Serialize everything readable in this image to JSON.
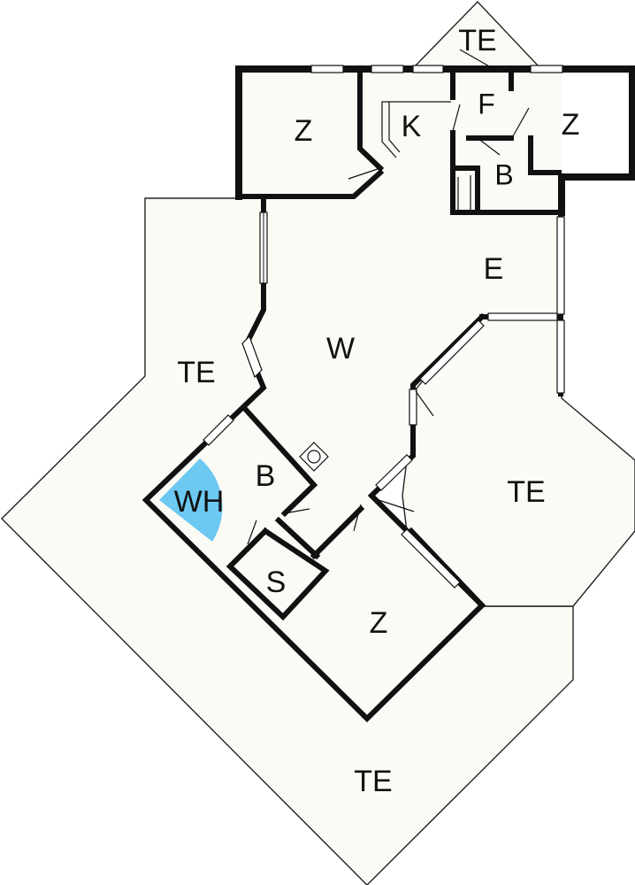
{
  "rooms": {
    "terrace_top": "TE",
    "bedroom_top_left": "Z",
    "kitchen": "K",
    "hallway_f": "F",
    "bedroom_top_right": "Z",
    "bathroom_top": "B",
    "entrance": "E",
    "living": "W",
    "terrace_left": "TE",
    "terrace_right": "TE",
    "bathroom_lower": "B",
    "whirlpool": "WH",
    "storage": "S",
    "bedroom_lower": "Z",
    "terrace_bottom": "TE"
  }
}
